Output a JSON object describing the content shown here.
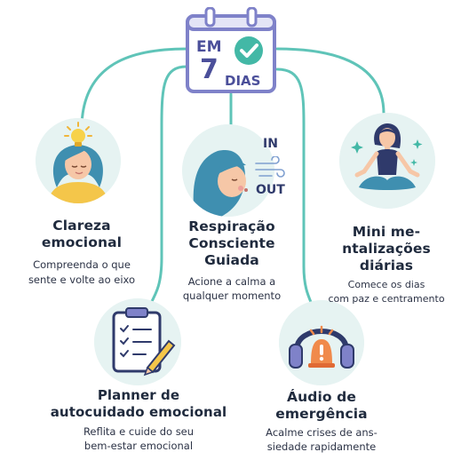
{
  "calendar": {
    "em": "EM",
    "number": "7",
    "dias": "DIAS"
  },
  "breath": {
    "in_label": "IN",
    "out_label": "OUT"
  },
  "items": {
    "clareza": {
      "title": [
        "Clareza",
        "emocional"
      ],
      "desc": [
        "Compreenda o que",
        "sente e volte ao eixo"
      ]
    },
    "respiracao": {
      "title": [
        "Respiração",
        "Consciente",
        "Guiada"
      ],
      "desc": [
        "Acione a calma a",
        "qualquer momento"
      ]
    },
    "mini": {
      "title": [
        "Mini me-",
        "ntalizações",
        "diárias"
      ],
      "desc": [
        "Comece os dias",
        "com paz e centramento"
      ]
    },
    "planner": {
      "title": [
        "Planner de",
        "autocuidado emocional"
      ],
      "desc": [
        "Reflita e cuide do seu",
        "bem-estar emocional"
      ]
    },
    "audio": {
      "title": [
        "Áudio de",
        "emergência"
      ],
      "desc": [
        "Acalme crises de ans-",
        "siedade rapidamente"
      ]
    }
  },
  "colors": {
    "connector": "#5fc4b8",
    "calendar_border": "#7f82c9",
    "calendar_text": "#4b4f9a",
    "check": "#43b8a6",
    "circle_bg": "#e6f3f2",
    "hair": "#3f8fb0",
    "skin": "#f6c7a7",
    "shirt_yellow": "#f4c64a",
    "navy": "#2f3a6b"
  }
}
